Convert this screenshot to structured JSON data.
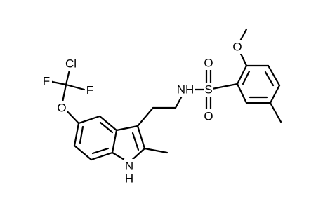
{
  "atoms": {
    "cl": "Cl",
    "f1": "F",
    "f2": "F",
    "o_ether": "O",
    "nh_indole": "N",
    "h_indole": "H",
    "nh_sulfonamide": "NH",
    "s": "S",
    "o_s_top": "O",
    "o_s_bottom": "O",
    "o_methoxy": "O"
  },
  "colors": {
    "ink": "#000000",
    "background": "#ffffff"
  }
}
